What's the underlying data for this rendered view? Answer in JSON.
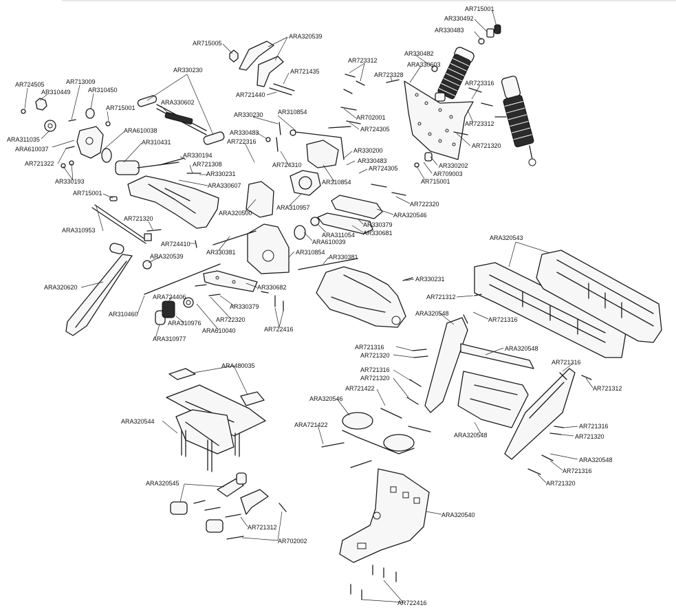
{
  "labels": {
    "l01": "AR715001",
    "l02": "AR330492",
    "l03": "AR330483",
    "l04": "AR715005",
    "l05": "ARA320539",
    "l06": "AR330482",
    "l07": "AR723312",
    "l08": "ARA330603",
    "l09": "AR723328",
    "l10": "AR721435",
    "l11": "AR721440",
    "l12": "AR330230",
    "l13": "AR724505",
    "l14": "AR713009",
    "l15": "AR310449",
    "l16": "AR310450",
    "l17": "ARA330602",
    "l18": "AR715001",
    "l19": "AR723316",
    "l20": "AR723312",
    "l21": "AR702001",
    "l22": "AR724305",
    "l23": "AR330230",
    "l24": "AR310854",
    "l25": "ARA311035",
    "l26": "ARA610037",
    "l27": "ARA610038",
    "l28": "AR330483",
    "l29": "AR722316",
    "l30": "AR310431",
    "l31": "AR721322",
    "l32": "AR330194",
    "l33": "AR721308",
    "l34": "AR330231",
    "l35": "ARA330607",
    "l36": "AR330193",
    "l37": "AR724310",
    "l38": "AR330200",
    "l39": "AR330483",
    "l40": "AR310854",
    "l41": "AR724305",
    "l42": "AR721320",
    "l43": "AR330202",
    "l44": "AR709003",
    "l45": "AR715001",
    "l46": "AR715001",
    "l47": "ARA310957",
    "l48": "AR722320",
    "l49": "ARA320546",
    "l50": "ARA320500",
    "l51": "AR721320",
    "l52": "ARA310953",
    "l53": "AR330379",
    "l54": "ARA311054",
    "l55": "AR330681",
    "l56": "ARA610039",
    "l57": "AR724410",
    "l58": "AR330381",
    "l59": "ARA320539",
    "l60": "AR310854",
    "l61": "AR330381",
    "l62": "ARA320543",
    "l63": "ARA320620",
    "l64": "AR330231",
    "l65": "AR330682",
    "l66": "ARA724406",
    "l67": "AR721312",
    "l68": "AR721316",
    "l69": "AR310460",
    "l70": "AR330379",
    "l71": "ARA320548",
    "l72": "AR722320",
    "l73": "ARA310976",
    "l74": "ARA610040",
    "l75": "AR722416",
    "l76": "ARA310977",
    "l77": "AR721316",
    "l78": "AR721320",
    "l79": "ARA320548",
    "l80": "AR721316",
    "l81": "AR721320",
    "l82": "ARA480035",
    "l83": "AR721316",
    "l84": "AR721422",
    "l85": "AR721312",
    "l86": "ARA320546",
    "l87": "ARA320544",
    "l88": "ARA721422",
    "l89": "ARA320548",
    "l90": "AR721316",
    "l91": "AR721320",
    "l92": "ARA320548",
    "l93": "AR721316",
    "l94": "AR721320",
    "l95": "ARA320545",
    "l96": "ARA320540",
    "l97": "AR721312",
    "l98": "AR702002",
    "l99": "AR722416"
  }
}
